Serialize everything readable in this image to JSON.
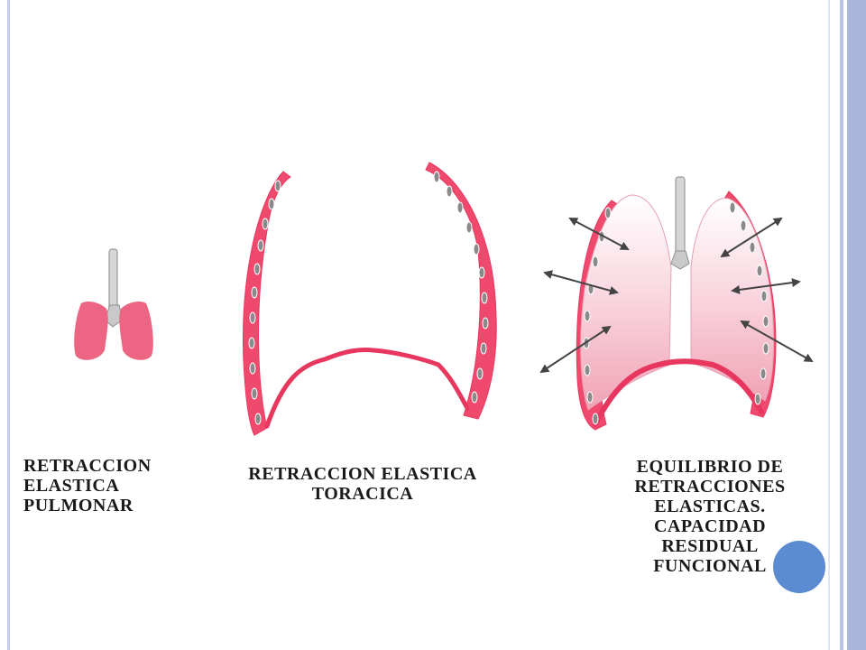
{
  "captions": {
    "pulmonary": [
      "RETRACCION",
      "ELASTICA",
      "PULMONAR"
    ],
    "thoracic": [
      "RETRACCION ELASTICA",
      "TORACICA"
    ],
    "equilibrium": [
      "EQUILIBRIO DE",
      "RETRACCIONES",
      "ELASTICAS.",
      "CAPACIDAD",
      "RESIDUAL",
      "FUNCIONAL"
    ]
  },
  "colors": {
    "lung_pink": "#ec6582",
    "wall_red": "#e8375f",
    "wall_fill": "#ef4a6e",
    "rib_gray": "#8a8a8a",
    "trachea_gray": "#d5d5d5",
    "arrow_gray": "#444444",
    "bullet_blue": "#5b8bd0",
    "frame_blue": "#aab6db"
  },
  "icons": {
    "small_lungs": "lungs-icon",
    "chest_wall": "thorax-icon",
    "lungs_in_thorax": "lungs-in-chest-icon",
    "bullet": "circle-icon"
  }
}
